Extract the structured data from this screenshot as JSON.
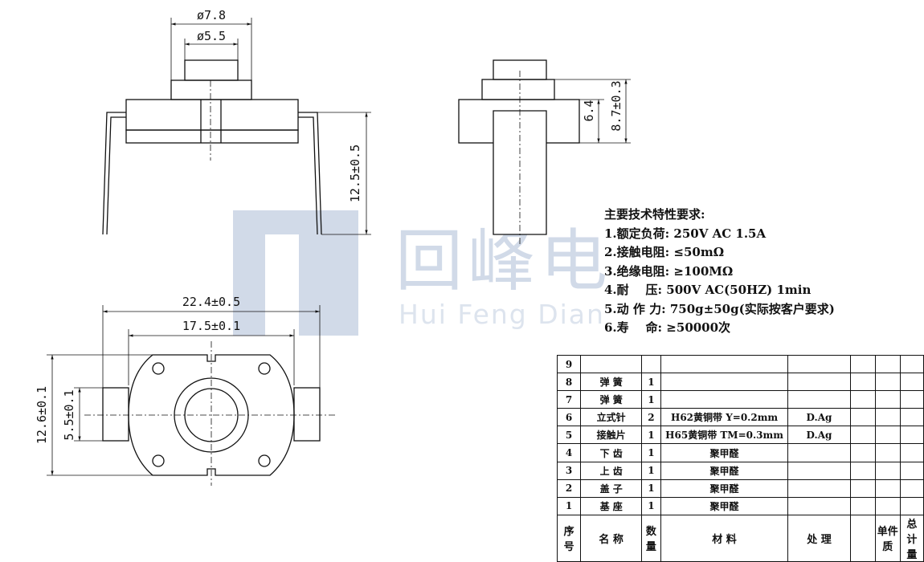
{
  "dimensions": {
    "d78": "ø7.8",
    "d55": "ø5.5",
    "h125": "12.5±0.5",
    "h64": "6.4",
    "h87": "8.7±0.3",
    "w224": "22.4±0.5",
    "w175": "17.5±0.1",
    "h126": "12.6±0.1",
    "h55": "5.5±0.1"
  },
  "watermark": {
    "cn": "回峰电",
    "en": "Hui Feng Dian"
  },
  "specs": {
    "title": "主要技术特性要求:",
    "lines": [
      "1.额定负荷: 250V AC 1.5A",
      "2.接触电阻: ≤50mΩ",
      "3.绝缘电阻: ≥100MΩ",
      "4.耐    压: 500V AC(50HZ) 1min",
      "5.动 作 力: 750g±50g(实际按客户要求)",
      "6.寿    命: ≥50000次"
    ]
  },
  "bom": {
    "rows": [
      {
        "no": "9",
        "name": "",
        "qty": "",
        "material": "",
        "process": "",
        "unit": "",
        "total": ""
      },
      {
        "no": "8",
        "name": "弹 簧",
        "qty": "1",
        "material": "",
        "process": "",
        "unit": "",
        "total": ""
      },
      {
        "no": "7",
        "name": "弹 簧",
        "qty": "1",
        "material": "",
        "process": "",
        "unit": "",
        "total": ""
      },
      {
        "no": "6",
        "name": "立式针",
        "qty": "2",
        "material": "H62黄铜带 Y=0.2mm",
        "process": "D.Ag",
        "unit": "",
        "total": ""
      },
      {
        "no": "5",
        "name": "接触片",
        "qty": "1",
        "material": "H65黄铜带 TM=0.3mm",
        "process": "D.Ag",
        "unit": "",
        "total": ""
      },
      {
        "no": "4",
        "name": "下 齿",
        "qty": "1",
        "material": "聚甲醛",
        "process": "",
        "unit": "",
        "total": ""
      },
      {
        "no": "3",
        "name": "上 齿",
        "qty": "1",
        "material": "聚甲醛",
        "process": "",
        "unit": "",
        "total": ""
      },
      {
        "no": "2",
        "name": "盖 子",
        "qty": "1",
        "material": "聚甲醛",
        "process": "",
        "unit": "",
        "total": ""
      },
      {
        "no": "1",
        "name": "基 座",
        "qty": "1",
        "material": "聚甲醛",
        "process": "",
        "unit": "",
        "total": ""
      }
    ],
    "header": {
      "no": "序号",
      "name": "名    称",
      "qty": "数量",
      "material": "材    料",
      "process": "处    理",
      "unit": "单件质",
      "total": "总计量"
    }
  }
}
